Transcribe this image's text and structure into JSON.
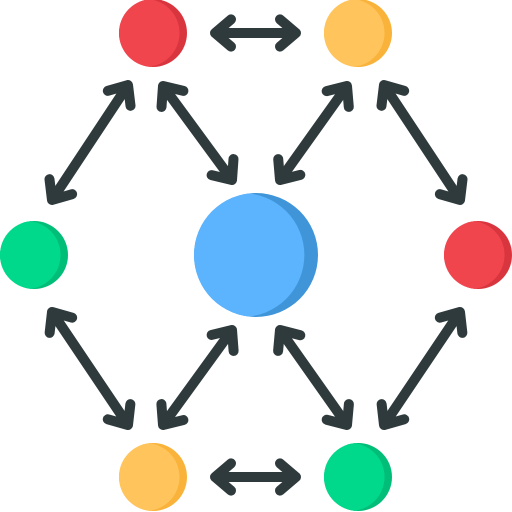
{
  "diagram": {
    "kind": "network-hexagon",
    "colors": {
      "red": "#f1454e",
      "red_shade": "#d9353f",
      "orange": "#ffc45c",
      "orange_shade": "#f9b23a",
      "green": "#00d98b",
      "green_shade": "#00bd78",
      "blue": "#5cb4ff",
      "blue_shade": "#3f95d8",
      "arrow": "#2f3a3c"
    },
    "nodes": [
      {
        "id": "top-left",
        "color": "red"
      },
      {
        "id": "top-right",
        "color": "orange"
      },
      {
        "id": "left",
        "color": "green"
      },
      {
        "id": "center",
        "color": "blue"
      },
      {
        "id": "right",
        "color": "red"
      },
      {
        "id": "bottom-left",
        "color": "orange"
      },
      {
        "id": "bottom-right",
        "color": "green"
      }
    ],
    "connections": [
      {
        "from": "top-left",
        "to": "top-right"
      },
      {
        "from": "top-left",
        "to": "left"
      },
      {
        "from": "top-left",
        "to": "center"
      },
      {
        "from": "top-right",
        "to": "center"
      },
      {
        "from": "top-right",
        "to": "right"
      },
      {
        "from": "left",
        "to": "bottom-left"
      },
      {
        "from": "center",
        "to": "bottom-left"
      },
      {
        "from": "center",
        "to": "bottom-right"
      },
      {
        "from": "right",
        "to": "bottom-right"
      },
      {
        "from": "bottom-left",
        "to": "bottom-right"
      }
    ]
  }
}
